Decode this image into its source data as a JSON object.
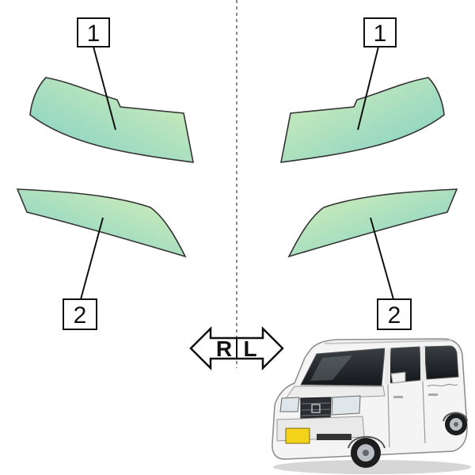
{
  "labels": {
    "upper_left": "1",
    "upper_right": "1",
    "lower_left": "2",
    "lower_right": "2"
  },
  "direction": {
    "right": "R",
    "left": "L"
  },
  "plate_text": "",
  "colors": {
    "glass_light": "#d8f0b8",
    "glass_dark": "#7fcfc6",
    "outline": "#333333",
    "plate": "#f2d21a",
    "car_body": "#f4f4f4"
  }
}
